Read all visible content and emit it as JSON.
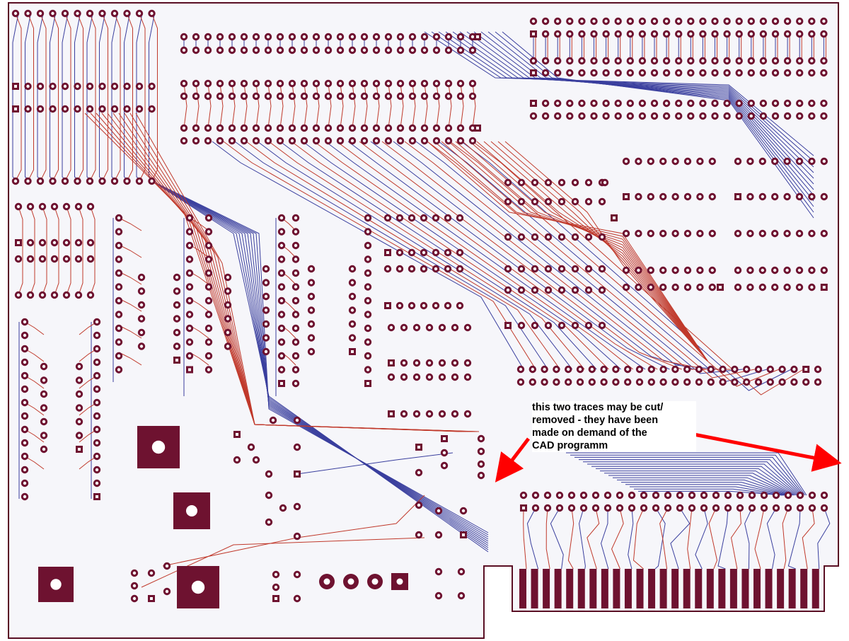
{
  "annotation": {
    "lines": [
      "this two traces may be cut/",
      "removed - they have been",
      "made on demand of the",
      "CAD programm"
    ]
  },
  "colors": {
    "board_background": "#f6f6fa",
    "board_outline": "#5a0f24",
    "pad": "#6e1230",
    "pad_hole": "#ffffff",
    "trace_top": "#c0392b",
    "trace_bottom": "#3a3f9e",
    "arrow": "#ff0000"
  },
  "legend_icons": {
    "pad": "via-pad-icon",
    "square_pad": "square-pad-icon",
    "mounting_hole": "mounting-hole-icon",
    "edge_finger": "edge-connector-finger-icon",
    "arrow": "arrow-icon"
  }
}
